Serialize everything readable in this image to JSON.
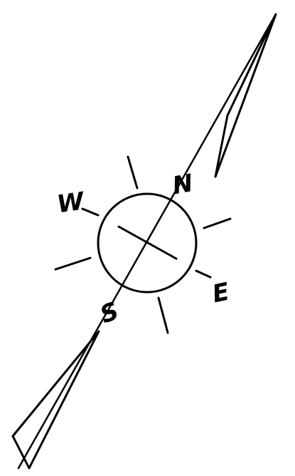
{
  "compass": {
    "labels": {
      "north": "N",
      "south": "S",
      "east": "E",
      "west": "W"
    },
    "ink_color": "#000000",
    "background_color": "#ffffff"
  }
}
